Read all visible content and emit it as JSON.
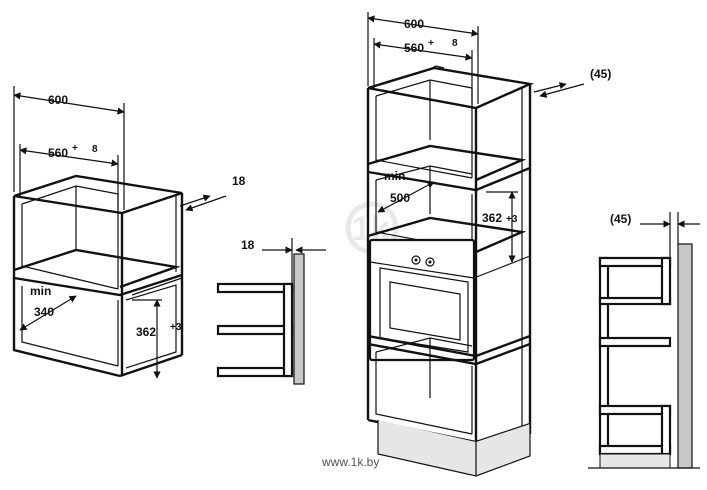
{
  "left_cabinet": {
    "width": "600",
    "inner_width": "560",
    "inner_width_tol": "+",
    "side_gap": "8",
    "panel_thickness": "18",
    "min_label": "min",
    "min_depth": "340",
    "opening_height": "362",
    "opening_height_tol": "+3"
  },
  "side_detail": {
    "panel_thickness": "18"
  },
  "tall_cabinet": {
    "width": "600",
    "inner_width": "560",
    "inner_width_tol": "+",
    "side_gap": "8",
    "rear_gap": "(45)",
    "min_label": "min",
    "min_depth": "500",
    "opening_height": "362",
    "opening_height_tol": "+3"
  },
  "right_detail": {
    "rear_gap": "(45)"
  },
  "watermark": {
    "site": "www.1k.by"
  },
  "colors": {
    "line": "#111111",
    "wall": "#c8c8c8",
    "background": "#ffffff"
  }
}
